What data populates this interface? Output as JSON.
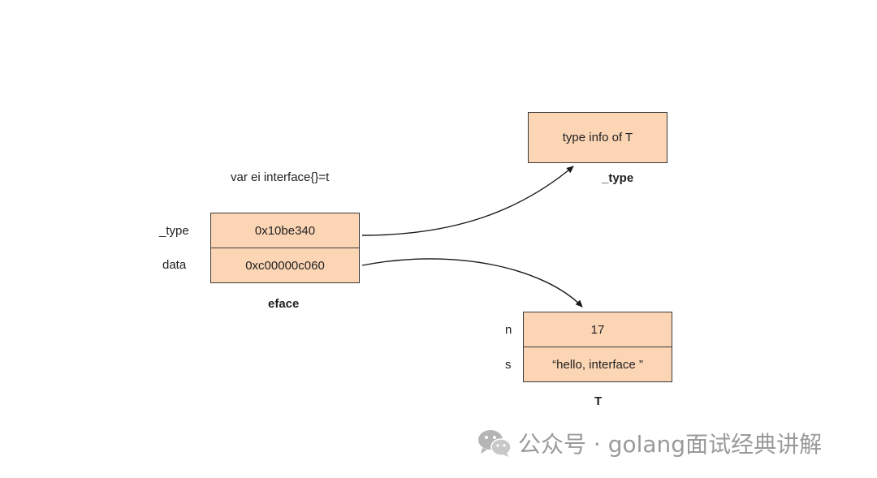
{
  "code_line": "var ei interface{}=t",
  "eface": {
    "caption": "eface",
    "rows": [
      {
        "field": "_type",
        "value": "0x10be340"
      },
      {
        "field": "data",
        "value": "0xc00000c060"
      }
    ]
  },
  "type_box": {
    "text": "type info of T",
    "caption": "_type"
  },
  "struct_T": {
    "caption": "T",
    "rows": [
      {
        "field": "n",
        "value": "17"
      },
      {
        "field": "s",
        "value": "“hello, interface ”"
      }
    ]
  },
  "watermark": {
    "text": "公众号 · golang面试经典讲解"
  },
  "colors": {
    "box_fill": "#fcd5b5",
    "box_border": "#3a3a3a",
    "watermark": "#9a9a9a"
  }
}
